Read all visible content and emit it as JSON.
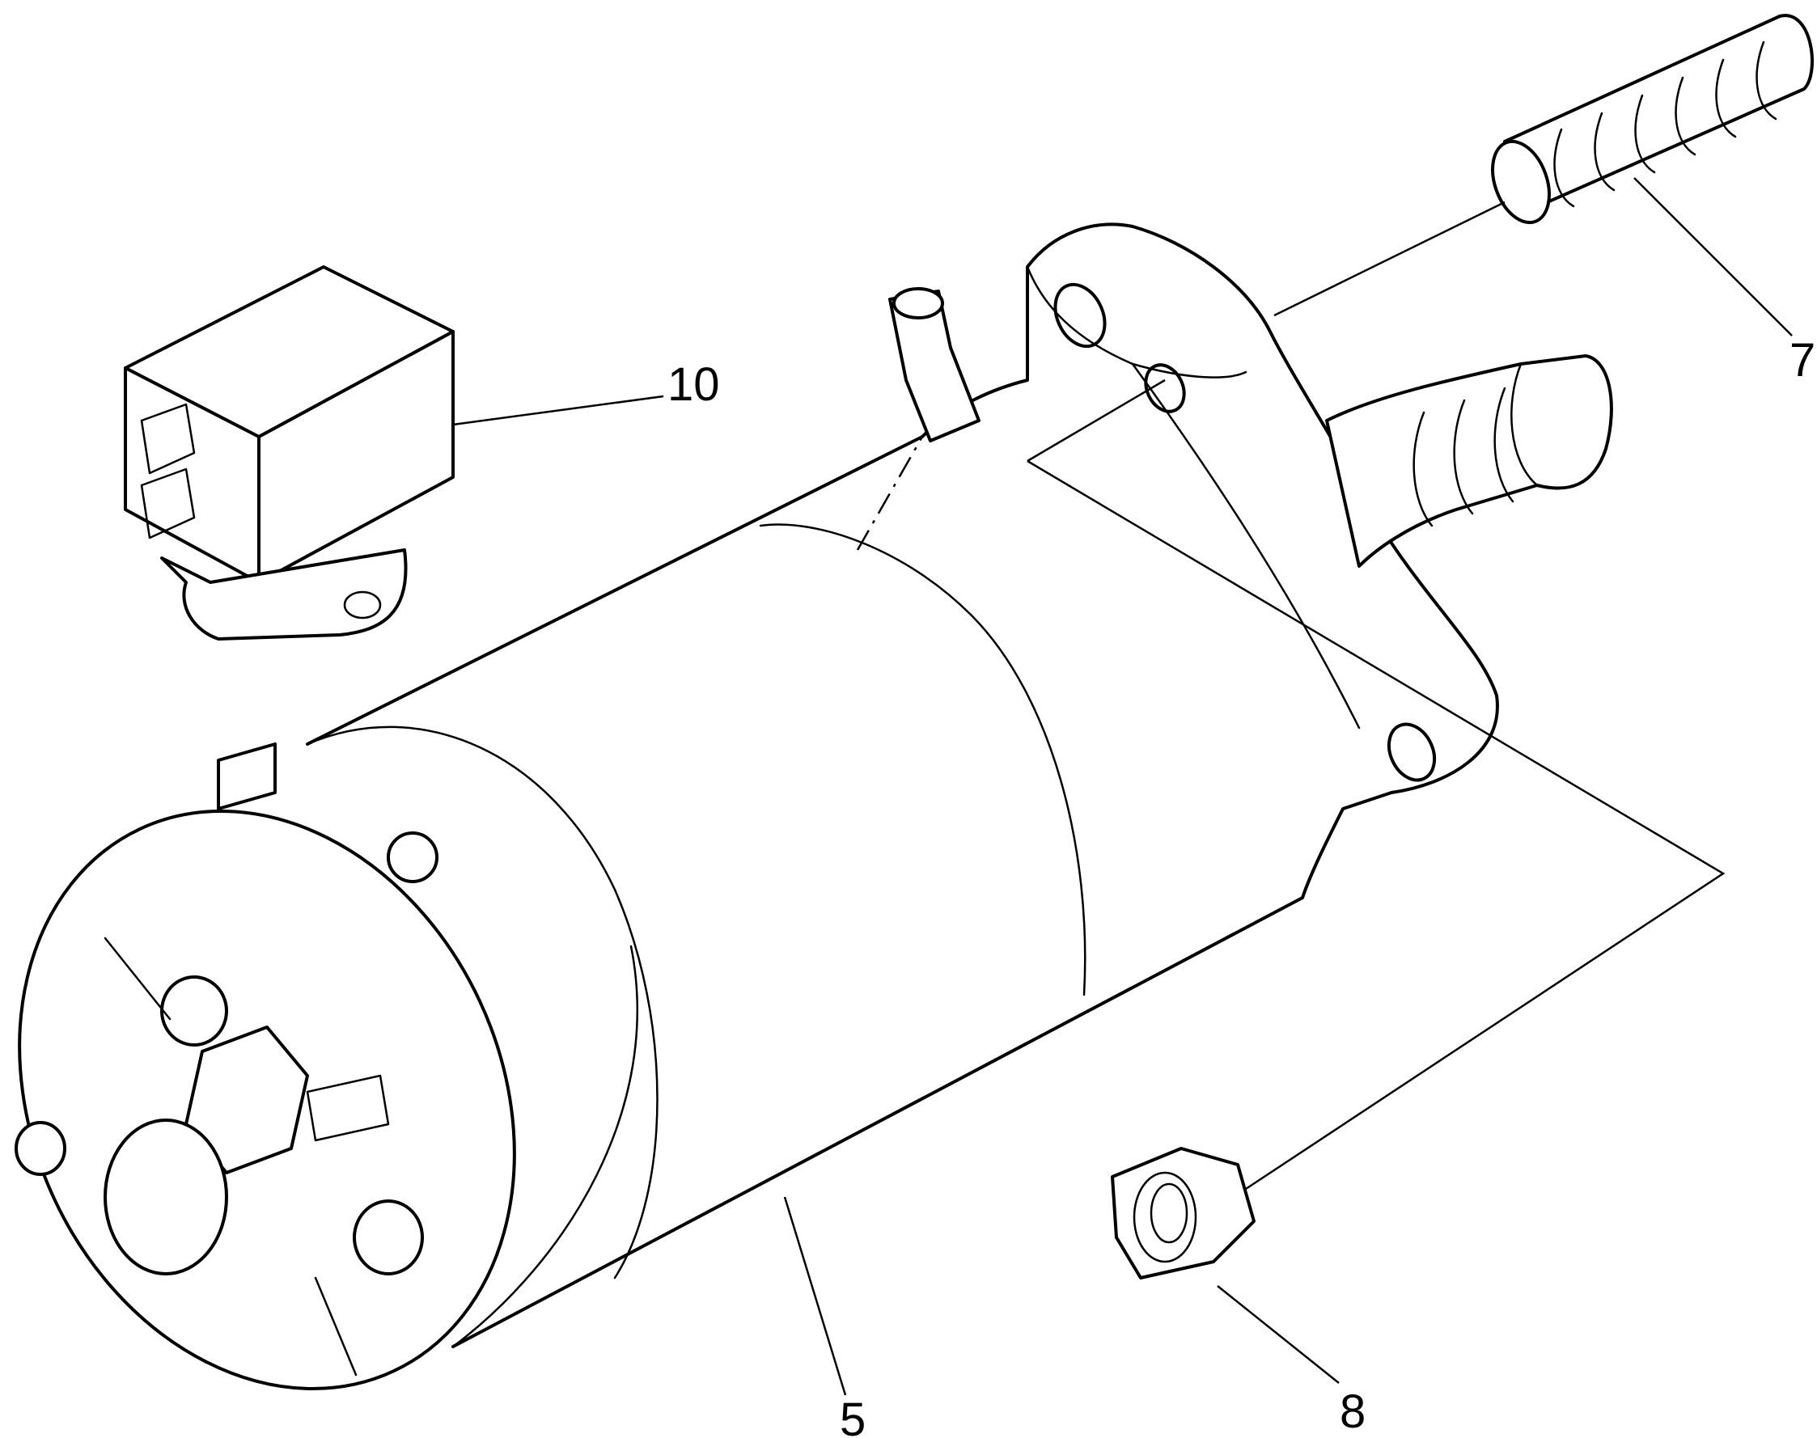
{
  "callouts": {
    "starter_motor": "5",
    "stud": "7",
    "nut": "8",
    "relay": "10"
  }
}
